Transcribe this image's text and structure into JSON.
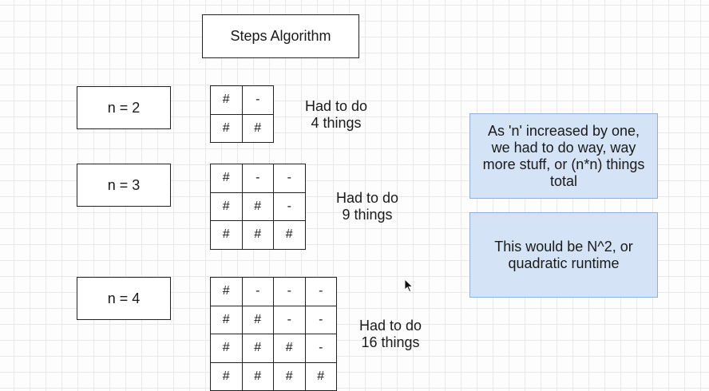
{
  "title": "Steps Algorithm",
  "rows": [
    {
      "n_label": "n = 2",
      "grid": [
        [
          "#",
          "-"
        ],
        [
          "#",
          "#"
        ]
      ],
      "caption": "Had to do\n4 things"
    },
    {
      "n_label": "n = 3",
      "grid": [
        [
          "#",
          "-",
          "-"
        ],
        [
          "#",
          "#",
          "-"
        ],
        [
          "#",
          "#",
          "#"
        ]
      ],
      "caption": "Had to do\n9 things"
    },
    {
      "n_label": "n = 4",
      "grid": [
        [
          "#",
          "-",
          "-",
          "-"
        ],
        [
          "#",
          "#",
          "-",
          "-"
        ],
        [
          "#",
          "#",
          "#",
          "-"
        ],
        [
          "#",
          "#",
          "#",
          "#"
        ]
      ],
      "caption": "Had to do\n16 things"
    }
  ],
  "notes": [
    "As 'n' increased by one, we had to do way, way more stuff, or (n*n) things total",
    "This would be N^2, or quadratic runtime"
  ],
  "colors": {
    "note_fill": "#d4e3f5",
    "note_border": "#8fb0d9",
    "line": "#222222"
  },
  "icons": {
    "cursor": "mouse-pointer-icon"
  }
}
